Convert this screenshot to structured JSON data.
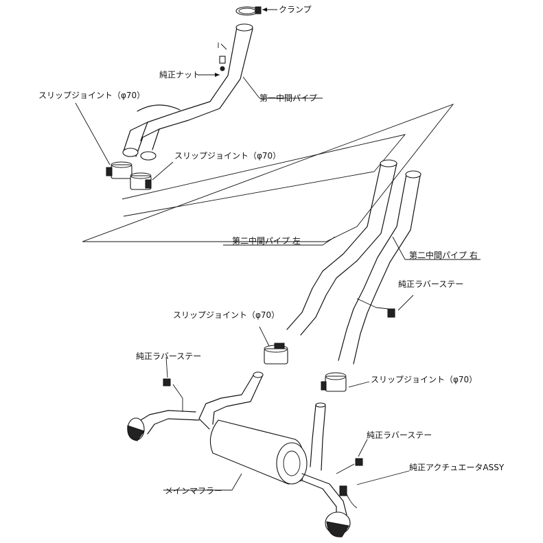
{
  "labels": {
    "clamp": "クランプ",
    "oem_nut": "純正ナット",
    "first_mid_pipe": "第一中間パイプ",
    "slip_joint_a": "スリップジョイント（φ70）",
    "slip_joint_b": "スリップジョイント（φ70）",
    "second_mid_pipe_left": "第二中間パイプ 左",
    "second_mid_pipe_right": "第二中間パイプ 右",
    "oem_rubber_stay_a": "純正ラバーステー",
    "slip_joint_c": "スリップジョイント（φ70）",
    "oem_rubber_stay_b": "純正ラバーステー",
    "slip_joint_d": "スリップジョイント（φ70）",
    "oem_rubber_stay_c": "純正ラバーステー",
    "oem_actuator": "純正アクチュエータASSY",
    "main_muffler": "メインマフラー"
  }
}
